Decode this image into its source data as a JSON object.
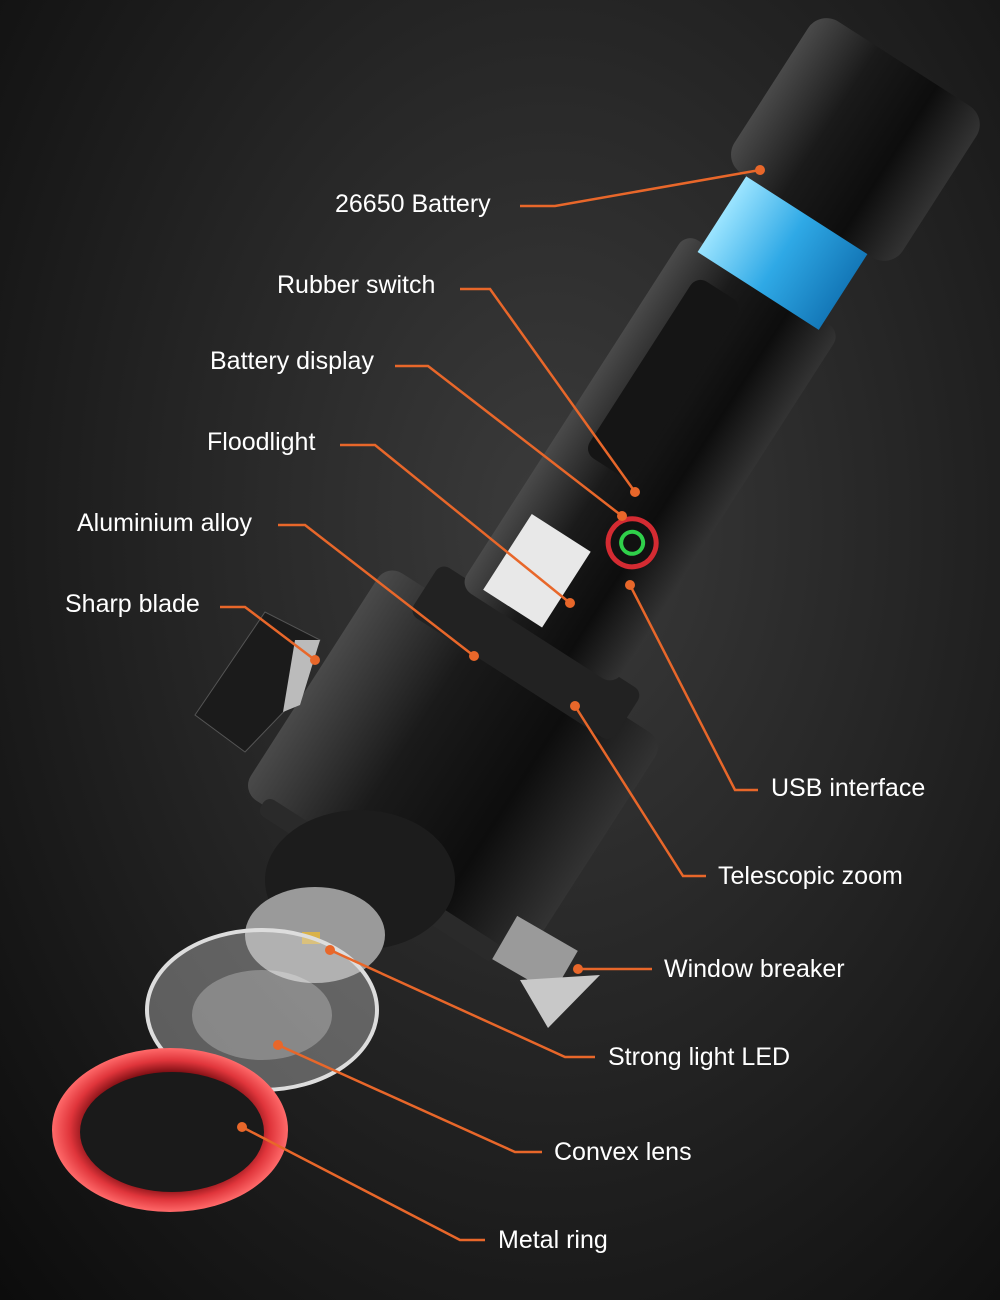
{
  "colors": {
    "leader_line": "#e8672a",
    "background": "#1e1e1e",
    "battery": "#3fb8f0",
    "ring": "#d42b32"
  },
  "labels": {
    "battery": "26650 Battery",
    "rubber_switch": "Rubber switch",
    "battery_display": "Battery display",
    "floodlight": "Floodlight",
    "aluminium_alloy": "Aluminium alloy",
    "sharp_blade": "Sharp blade",
    "usb_interface": "USB interface",
    "telescopic_zoom": "Telescopic zoom",
    "window_breaker": "Window breaker",
    "strong_light_led": "Strong light LED",
    "convex_lens": "Convex lens",
    "metal_ring": "Metal ring"
  }
}
